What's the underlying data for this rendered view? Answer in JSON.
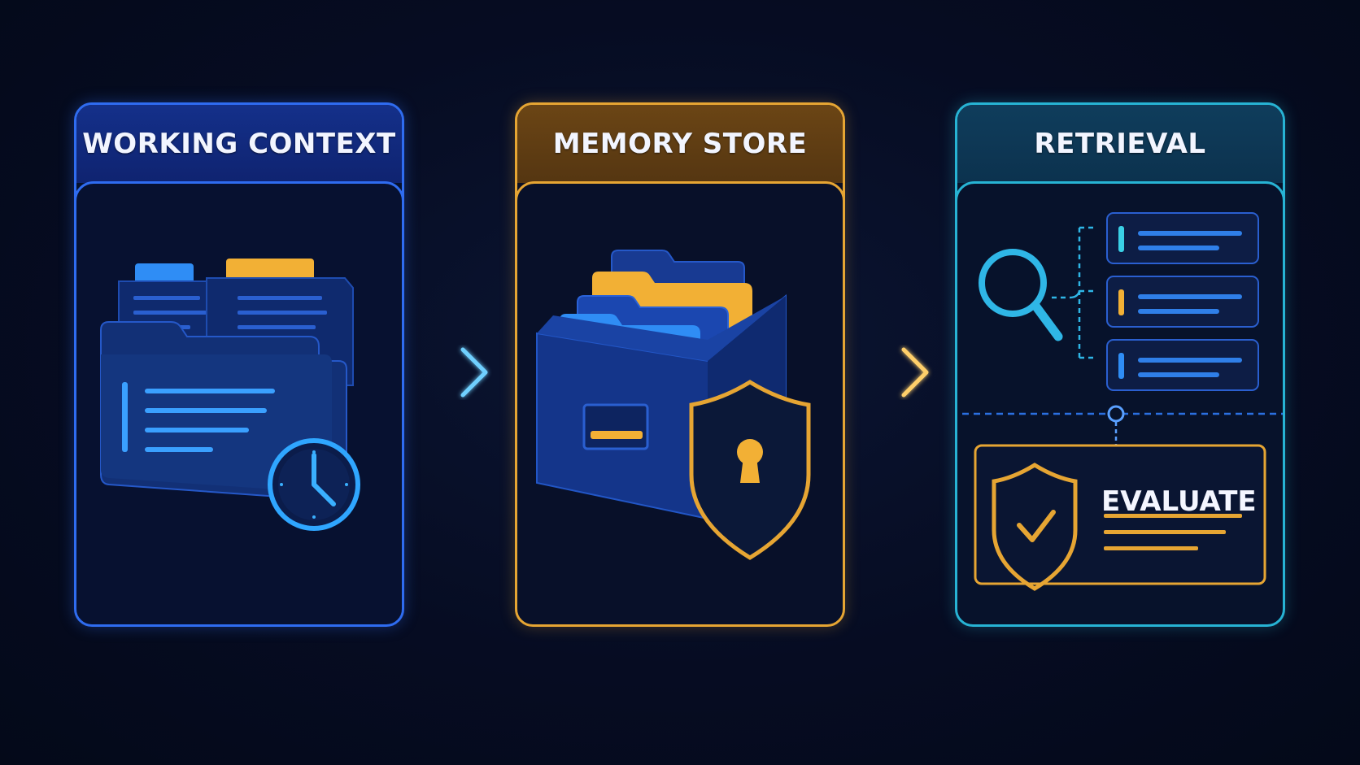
{
  "panels": {
    "working": {
      "title": "WORKING CONTEXT"
    },
    "memory": {
      "title": "MEMORY STORE"
    },
    "retrieval": {
      "title": "RETRIEVAL",
      "evaluate_label": "EVALUATE"
    }
  },
  "icons": {
    "working": [
      "folder-stack-icon",
      "clock-icon"
    ],
    "memory": [
      "file-box-icon",
      "shield-lock-icon"
    ],
    "retrieval": [
      "magnifier-icon",
      "result-list-icon",
      "shield-check-icon"
    ],
    "arrows": [
      "arrow-right-icon",
      "arrow-right-icon"
    ]
  },
  "colors": {
    "background": "#060c22",
    "blue_accent": "#2f6cf0",
    "light_blue": "#3aa0ff",
    "gold_accent": "#e6a533",
    "cyan_accent": "#27b3d4"
  }
}
